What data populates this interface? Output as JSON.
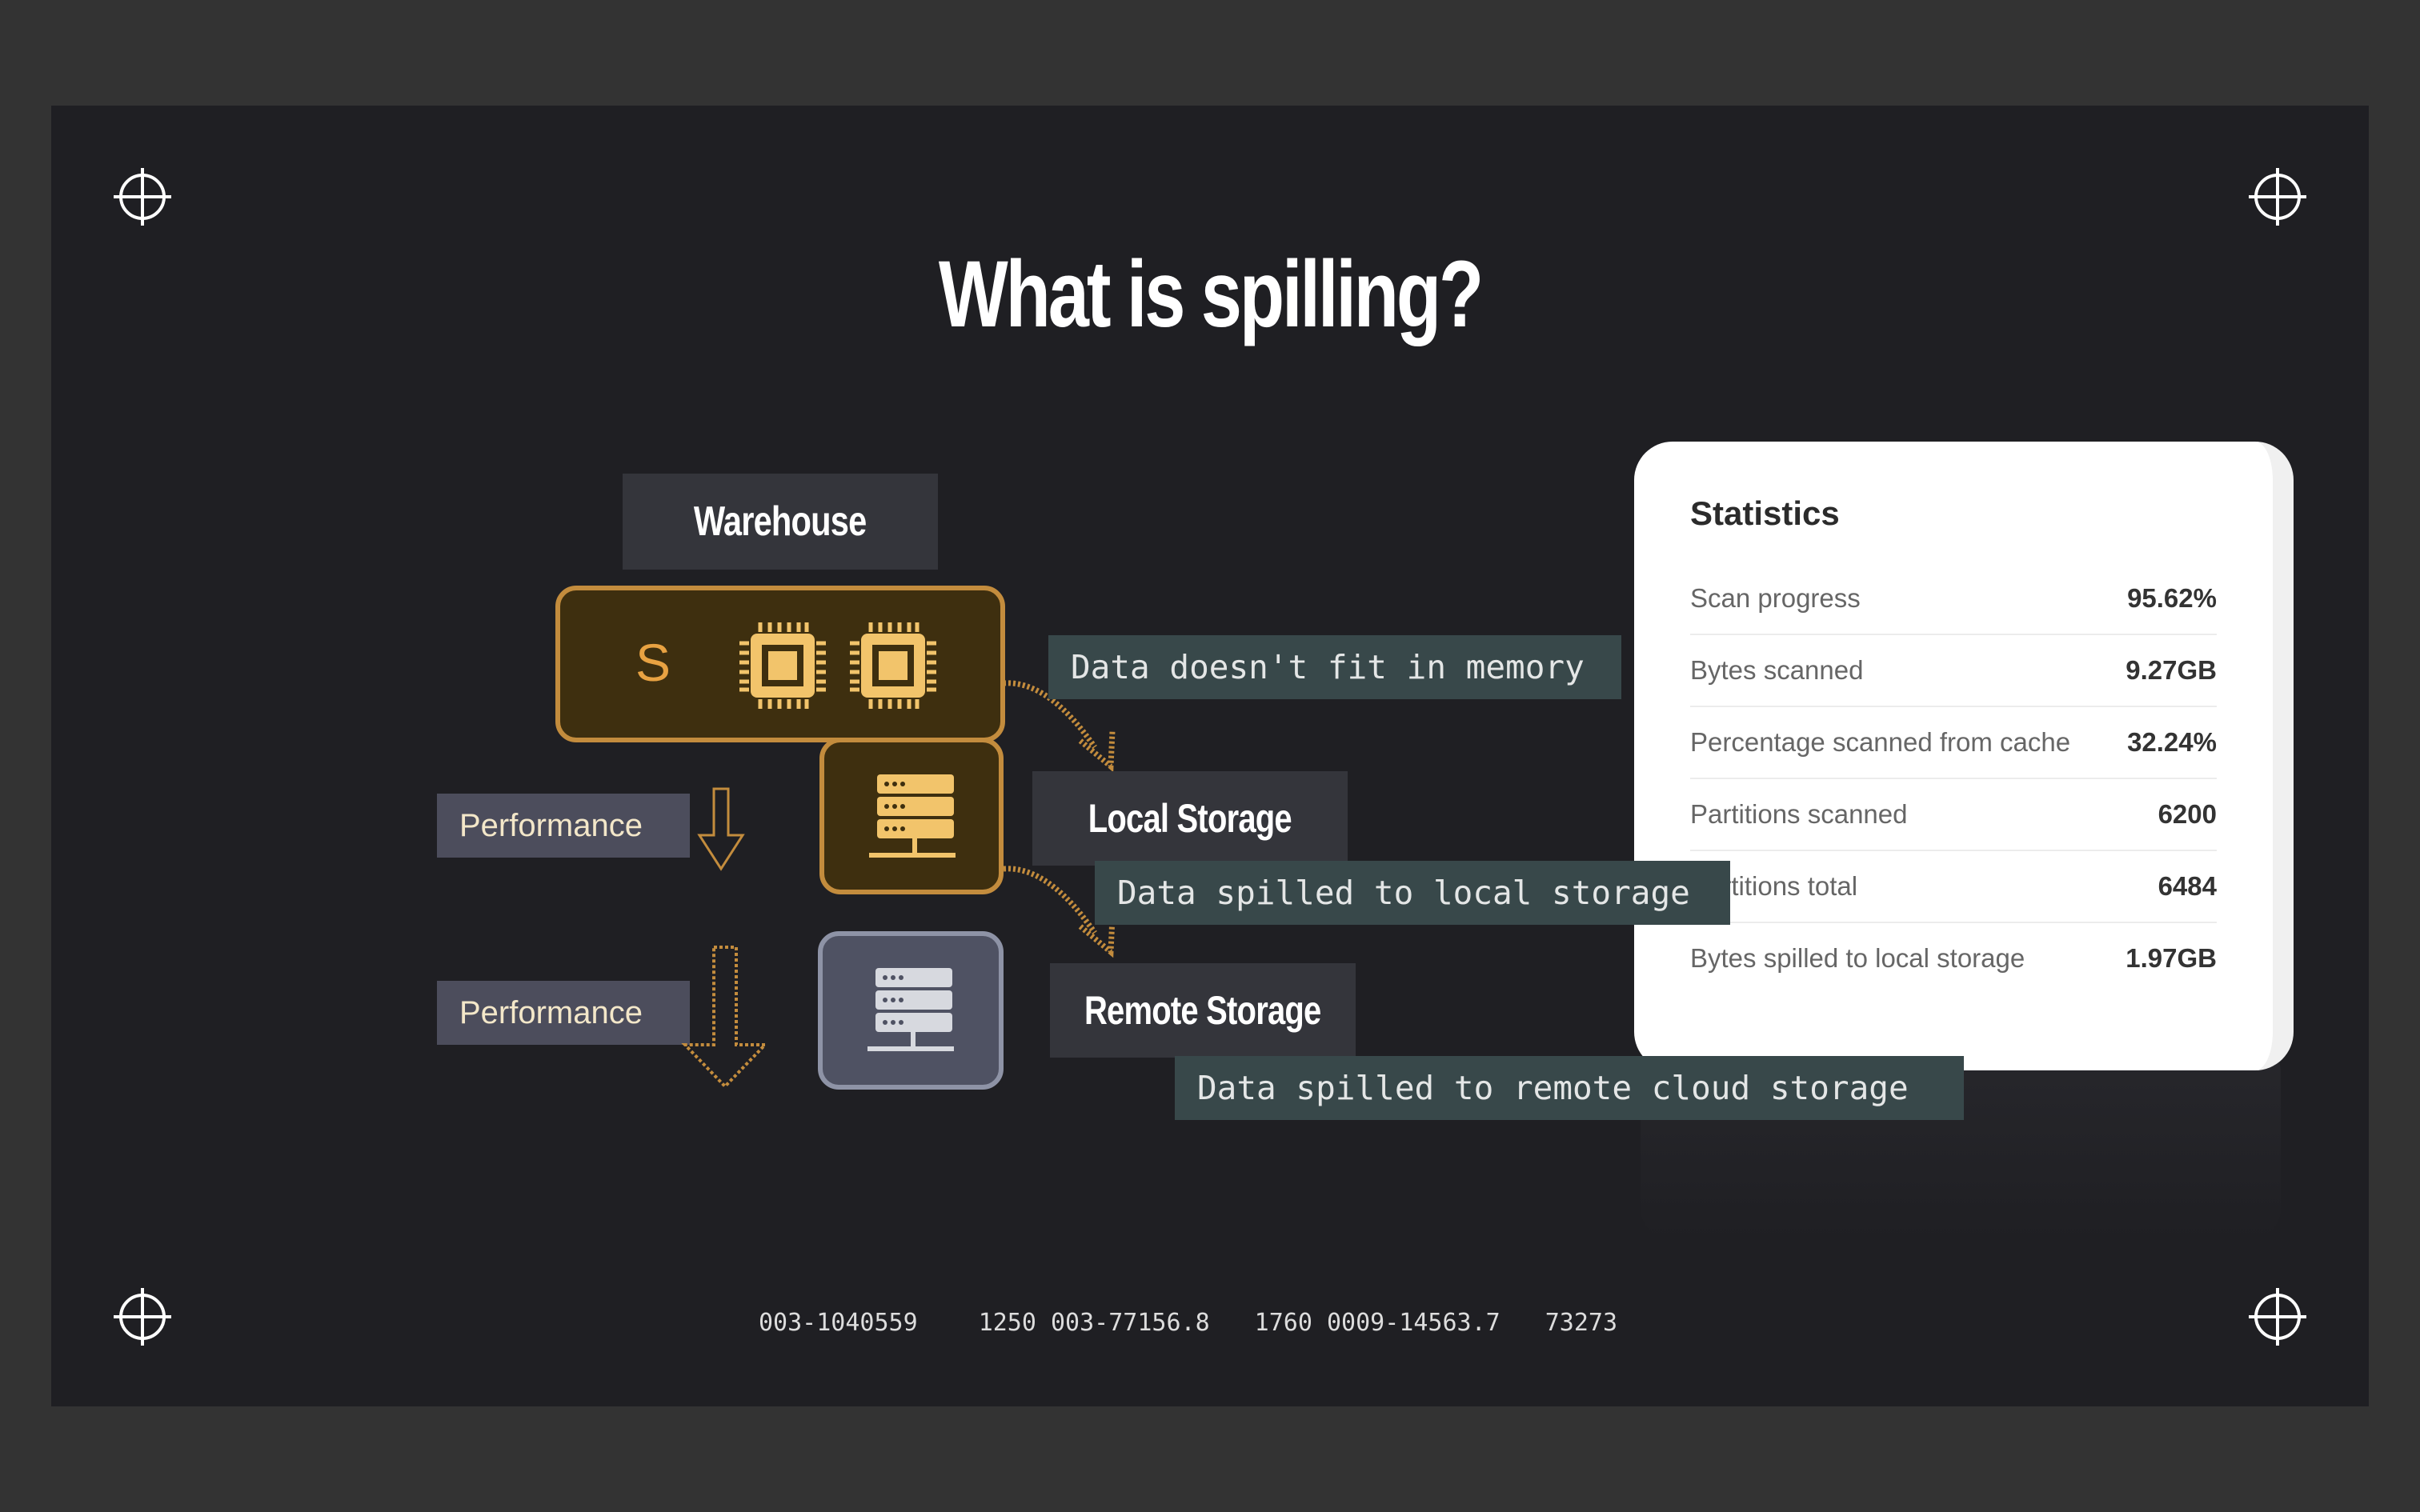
{
  "slide": {
    "title": "What is spilling?"
  },
  "diagram": {
    "warehouse_label": "Warehouse",
    "warehouse_size": "S",
    "local_storage_label": "Local Storage",
    "remote_storage_label": "Remote Storage",
    "performance_label_1": "Performance",
    "performance_label_2": "Performance",
    "callout_memory": "Data doesn't fit in memory",
    "callout_local": "Data spilled to local storage",
    "callout_remote": "Data spilled to remote cloud storage"
  },
  "statistics": {
    "title": "Statistics",
    "rows": [
      {
        "label": "Scan progress",
        "value": "95.62%"
      },
      {
        "label": "Bytes scanned",
        "value": "9.27GB"
      },
      {
        "label": "Percentage scanned from cache",
        "value": "32.24%"
      },
      {
        "label": "Partitions scanned",
        "value": "6200"
      },
      {
        "label": "Partitions total",
        "value": "6484"
      },
      {
        "label": "Bytes spilled to local storage",
        "value": "1.97GB"
      }
    ]
  },
  "footer": {
    "codes": [
      "003-1040559",
      "1250 003-77156.8",
      "1760 0009-14563.7",
      "73273"
    ]
  },
  "colors": {
    "gold": "#c38c3d",
    "chip": "#f2c46b",
    "slate": "#8e93a6"
  }
}
